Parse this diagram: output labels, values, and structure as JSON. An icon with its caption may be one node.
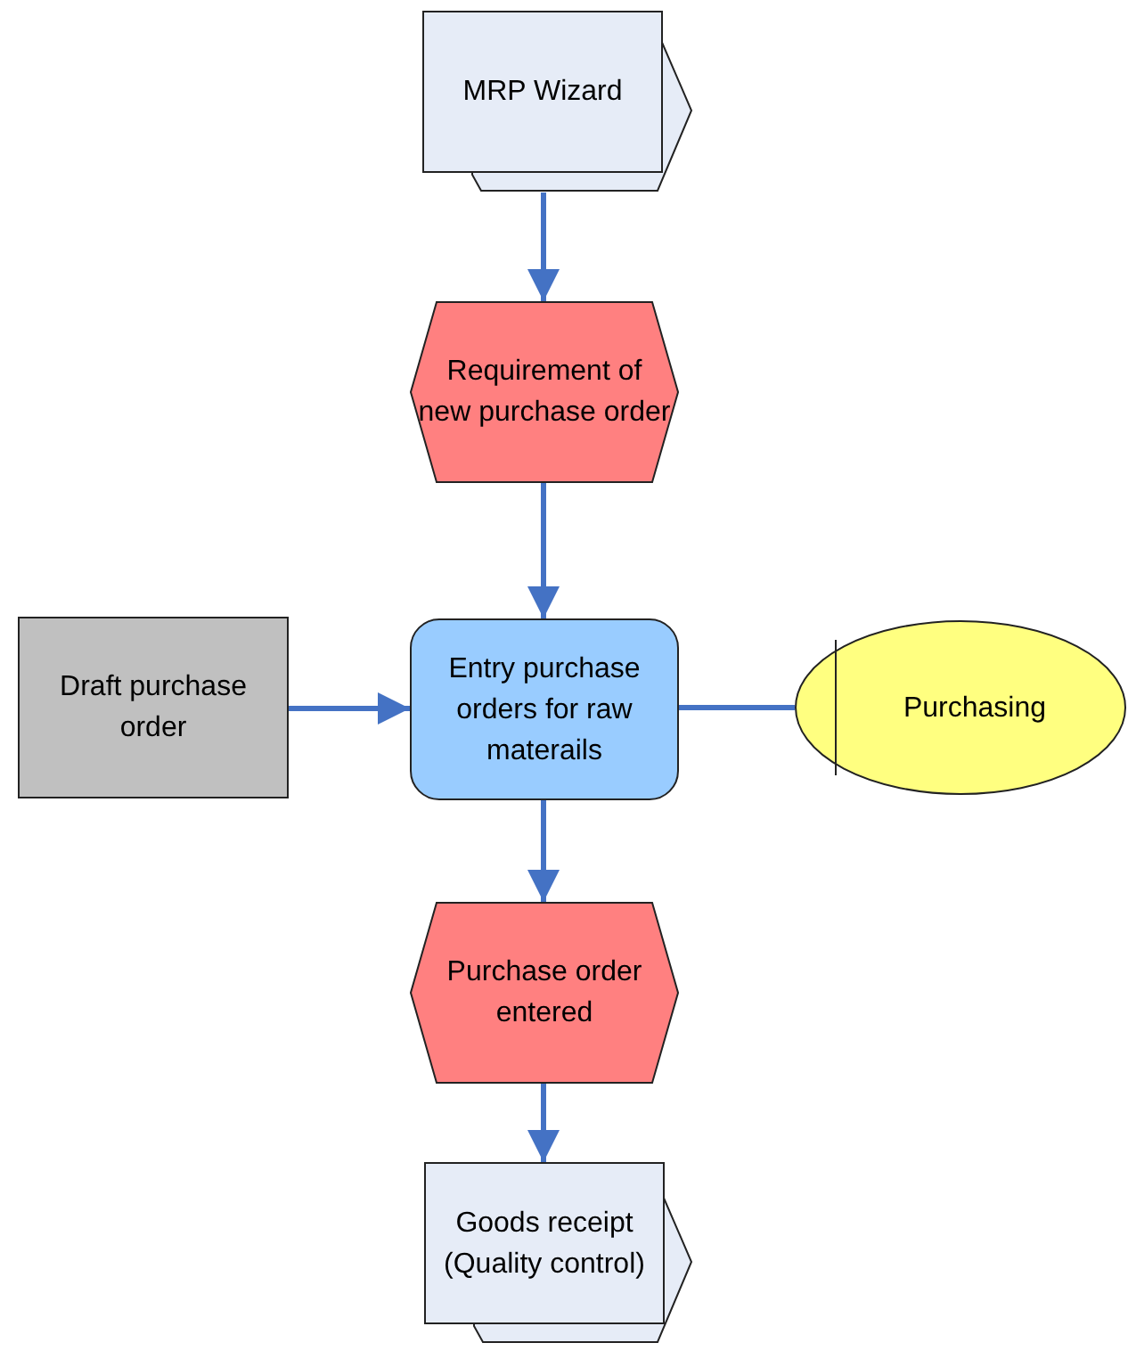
{
  "diagram": {
    "nodes": [
      {
        "text": [
          "MRP Wizard"
        ]
      },
      {
        "text": [
          "Requirement of new purchase order"
        ]
      },
      {
        "text": [
          "Entry purchase orders for raw materails"
        ]
      },
      {
        "text": [
          "Draft purchase order"
        ]
      },
      {
        "text": [
          "Purchasing"
        ]
      },
      {
        "text": [
          "Purchase order entered"
        ]
      },
      {
        "text": [
          "Goods receipt (Quality control)"
        ]
      }
    ],
    "edges": [
      {
        "from": 0,
        "to": 1,
        "arrow": "to"
      },
      {
        "from": 1,
        "to": 2,
        "arrow": "to"
      },
      {
        "from": 3,
        "to": 2,
        "arrow": "to"
      },
      {
        "from": 2,
        "to": 4,
        "arrow": "none"
      },
      {
        "from": 2,
        "to": 5,
        "arrow": "to"
      },
      {
        "from": 5,
        "to": 6,
        "arrow": "to"
      }
    ]
  }
}
